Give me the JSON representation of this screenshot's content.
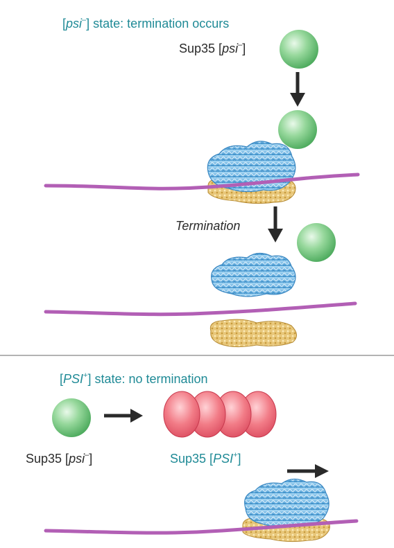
{
  "top_panel": {
    "title_pre": "[",
    "title_psi": "psi",
    "title_sup": "–",
    "title_post": "] state: termination occurs",
    "sup35_prefix": "Sup35 [",
    "sup35_psi": "psi",
    "sup35_sup": "–",
    "sup35_suffix": "]",
    "termination_label": "Termination"
  },
  "bottom_panel": {
    "title_pre": "[",
    "title_psi": "PSI",
    "title_sup": "+",
    "title_post": "] state: no termination",
    "sup35_left_prefix": "Sup35 [",
    "sup35_left_psi": "psi",
    "sup35_left_sup": "–",
    "sup35_left_suffix": "]",
    "sup35_right_prefix": "Sup35 [",
    "sup35_right_psi": "PSI",
    "sup35_right_sup": "+",
    "sup35_right_suffix": "]"
  },
  "colors": {
    "title_teal": "#1f8a96",
    "sup35_green": "#7fd08a",
    "prion_red": "#f06b78",
    "mrna_purple": "#b25fb5",
    "ribosome_large_blue": "#6ab4e3",
    "ribosome_small_yellow": "#e8c77a",
    "divider_gray": "#9a9a9a"
  },
  "icons": [
    "sup35-protein-sphere",
    "ribosome-large-subunit",
    "ribosome-small-subunit",
    "mrna-strand",
    "prion-aggregate",
    "arrow-down",
    "arrow-right"
  ]
}
